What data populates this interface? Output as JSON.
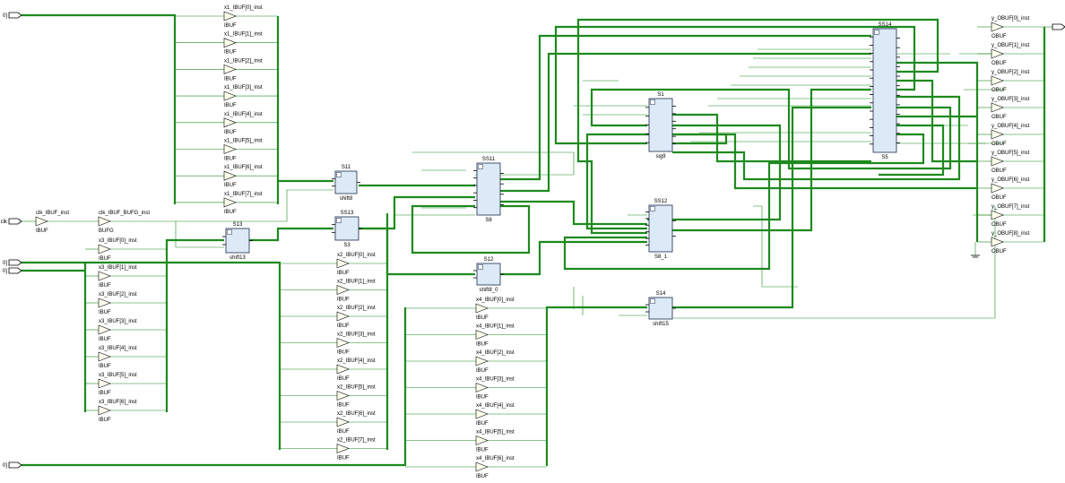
{
  "colors": {
    "wire": "#1e8a1e",
    "block_fill": "#dce9f7",
    "buffer_fill": "#ffffed",
    "block_border": "#1b2a4a"
  },
  "ports": {
    "x1": "0]",
    "clk": "clk",
    "x3": "0]",
    "x2": "0]",
    "x4": "0]"
  },
  "clock": {
    "ibuf_inst": "clk_IBUF_inst",
    "ibuf_type": "IBUF",
    "bufg_inst": "clk_IBUF_BUFG_inst",
    "bufg_type": "BUFG"
  },
  "x1_buffers": [
    "x1_IBUF[0]_inst",
    "x1_IBUF[1]_inst",
    "x1_IBUF[2]_inst",
    "x1_IBUF[3]_inst",
    "x1_IBUF[4]_inst",
    "x1_IBUF[5]_inst",
    "x1_IBUF[6]_inst",
    "x1_IBUF[7]_inst"
  ],
  "x3_buffers": [
    "x3_IBUF[0]_inst",
    "x3_IBUF[1]_inst",
    "x3_IBUF[2]_inst",
    "x3_IBUF[3]_inst",
    "x3_IBUF[4]_inst",
    "x3_IBUF[5]_inst",
    "x3_IBUF[6]_inst"
  ],
  "x2_buffers": [
    "x2_IBUF[0]_inst",
    "x2_IBUF[1]_inst",
    "x2_IBUF[2]_inst",
    "x2_IBUF[3]_inst",
    "x2_IBUF[4]_inst",
    "x2_IBUF[5]_inst",
    "x2_IBUF[6]_inst",
    "x2_IBUF[7]_inst"
  ],
  "x4_buffers": [
    "x4_IBUF[0]_inst",
    "x4_IBUF[1]_inst",
    "x4_IBUF[2]_inst",
    "x4_IBUF[3]_inst",
    "x4_IBUF[4]_inst",
    "x4_IBUF[5]_inst",
    "x4_IBUF[6]_inst"
  ],
  "y_buffers": [
    "y_OBUF[0]_inst",
    "y_OBUF[1]_inst",
    "y_OBUF[2]_inst",
    "y_OBUF[3]_inst",
    "y_OBUF[4]_inst",
    "y_OBUF[5]_inst",
    "y_OBUF[6]_inst",
    "y_OBUF[7]_inst",
    "y_OBUF[8]_inst"
  ],
  "ibuf_type": "IBUF",
  "obuf_type": "OBUF",
  "blocks": [
    {
      "id": "S11",
      "inst": "S11",
      "type": "shift8"
    },
    {
      "id": "S13",
      "inst": "S13",
      "type": "shift13"
    },
    {
      "id": "SS13",
      "inst": "SS13",
      "type": "S3"
    },
    {
      "id": "SS11",
      "inst": "SS11",
      "type": "S8"
    },
    {
      "id": "S12",
      "inst": "S12",
      "type": "shift8_0"
    },
    {
      "id": "S1",
      "inst": "S1",
      "type": "sig9"
    },
    {
      "id": "SS12",
      "inst": "SS12",
      "type": "S8_1"
    },
    {
      "id": "S14",
      "inst": "S14",
      "type": "shift15"
    },
    {
      "id": "SS14",
      "inst": "SS14",
      "type": "S5"
    }
  ]
}
